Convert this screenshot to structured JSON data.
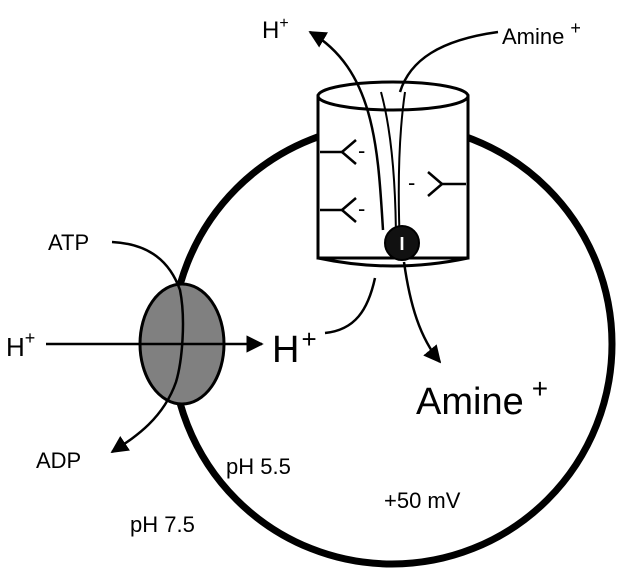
{
  "diagram": {
    "labels": {
      "h_top": "H",
      "h_top_sup": "+",
      "amine_top": "Amine",
      "amine_top_sup": "+",
      "atp": "ATP",
      "h_left": "H",
      "h_left_sup": "+",
      "h_center": "H",
      "h_center_sup": "+",
      "adp": "ADP",
      "amine_inside": "Amine",
      "amine_inside_sup": "+",
      "ph_inside": "pH 5.5",
      "ph_outside": "pH 7.5",
      "potential": "+50 mV",
      "charge_1": "-",
      "charge_2": "-",
      "charge_3": "-",
      "charge_4": "-",
      "inhibitor": "I"
    },
    "colors": {
      "stroke": "#000000",
      "pump_fill": "#808080",
      "inhibitor_fill": "#111111",
      "background": "#ffffff"
    }
  }
}
